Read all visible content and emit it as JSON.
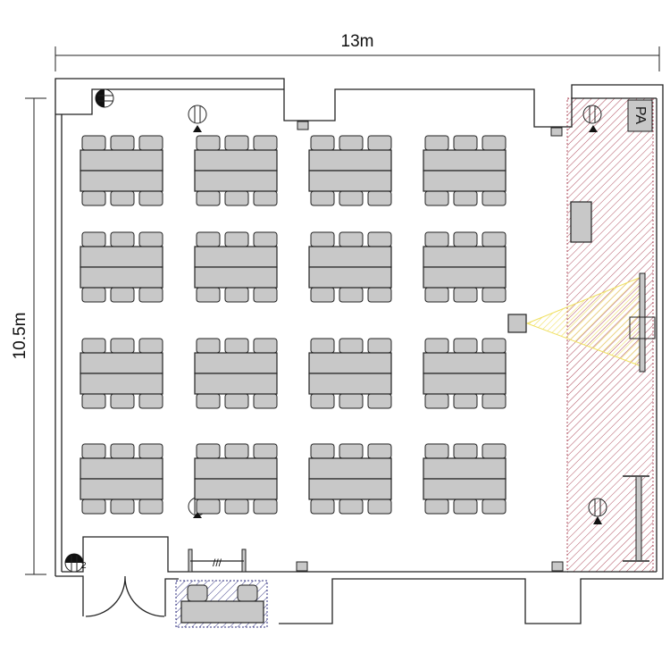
{
  "dimensions": {
    "width_label": "13m",
    "height_label": "10.5m"
  },
  "stage": {
    "pa_label": "PA",
    "hatch_color": "#b05060",
    "projection_color": "#f0e060"
  },
  "outlet_badge": "2",
  "layout": {
    "table_columns": 4,
    "table_rows": 4,
    "chairs_per_side": 3
  },
  "colors": {
    "furniture": "#c8c8c8",
    "line": "#222222",
    "storage_hatch": "#303080"
  }
}
